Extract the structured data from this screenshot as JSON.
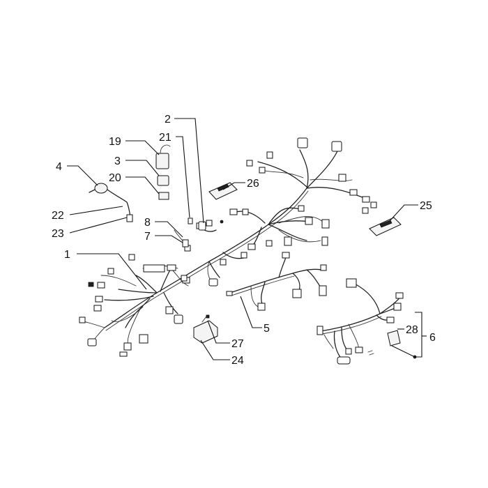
{
  "diagram": {
    "type": "exploded-parts-diagram",
    "callouts": [
      "1",
      "2",
      "3",
      "4",
      "5",
      "6",
      "7",
      "8",
      "19",
      "20",
      "21",
      "22",
      "23",
      "24",
      "25",
      "26",
      "27",
      "28"
    ],
    "colors": {
      "ink": "#111111",
      "background": "#ffffff"
    }
  }
}
